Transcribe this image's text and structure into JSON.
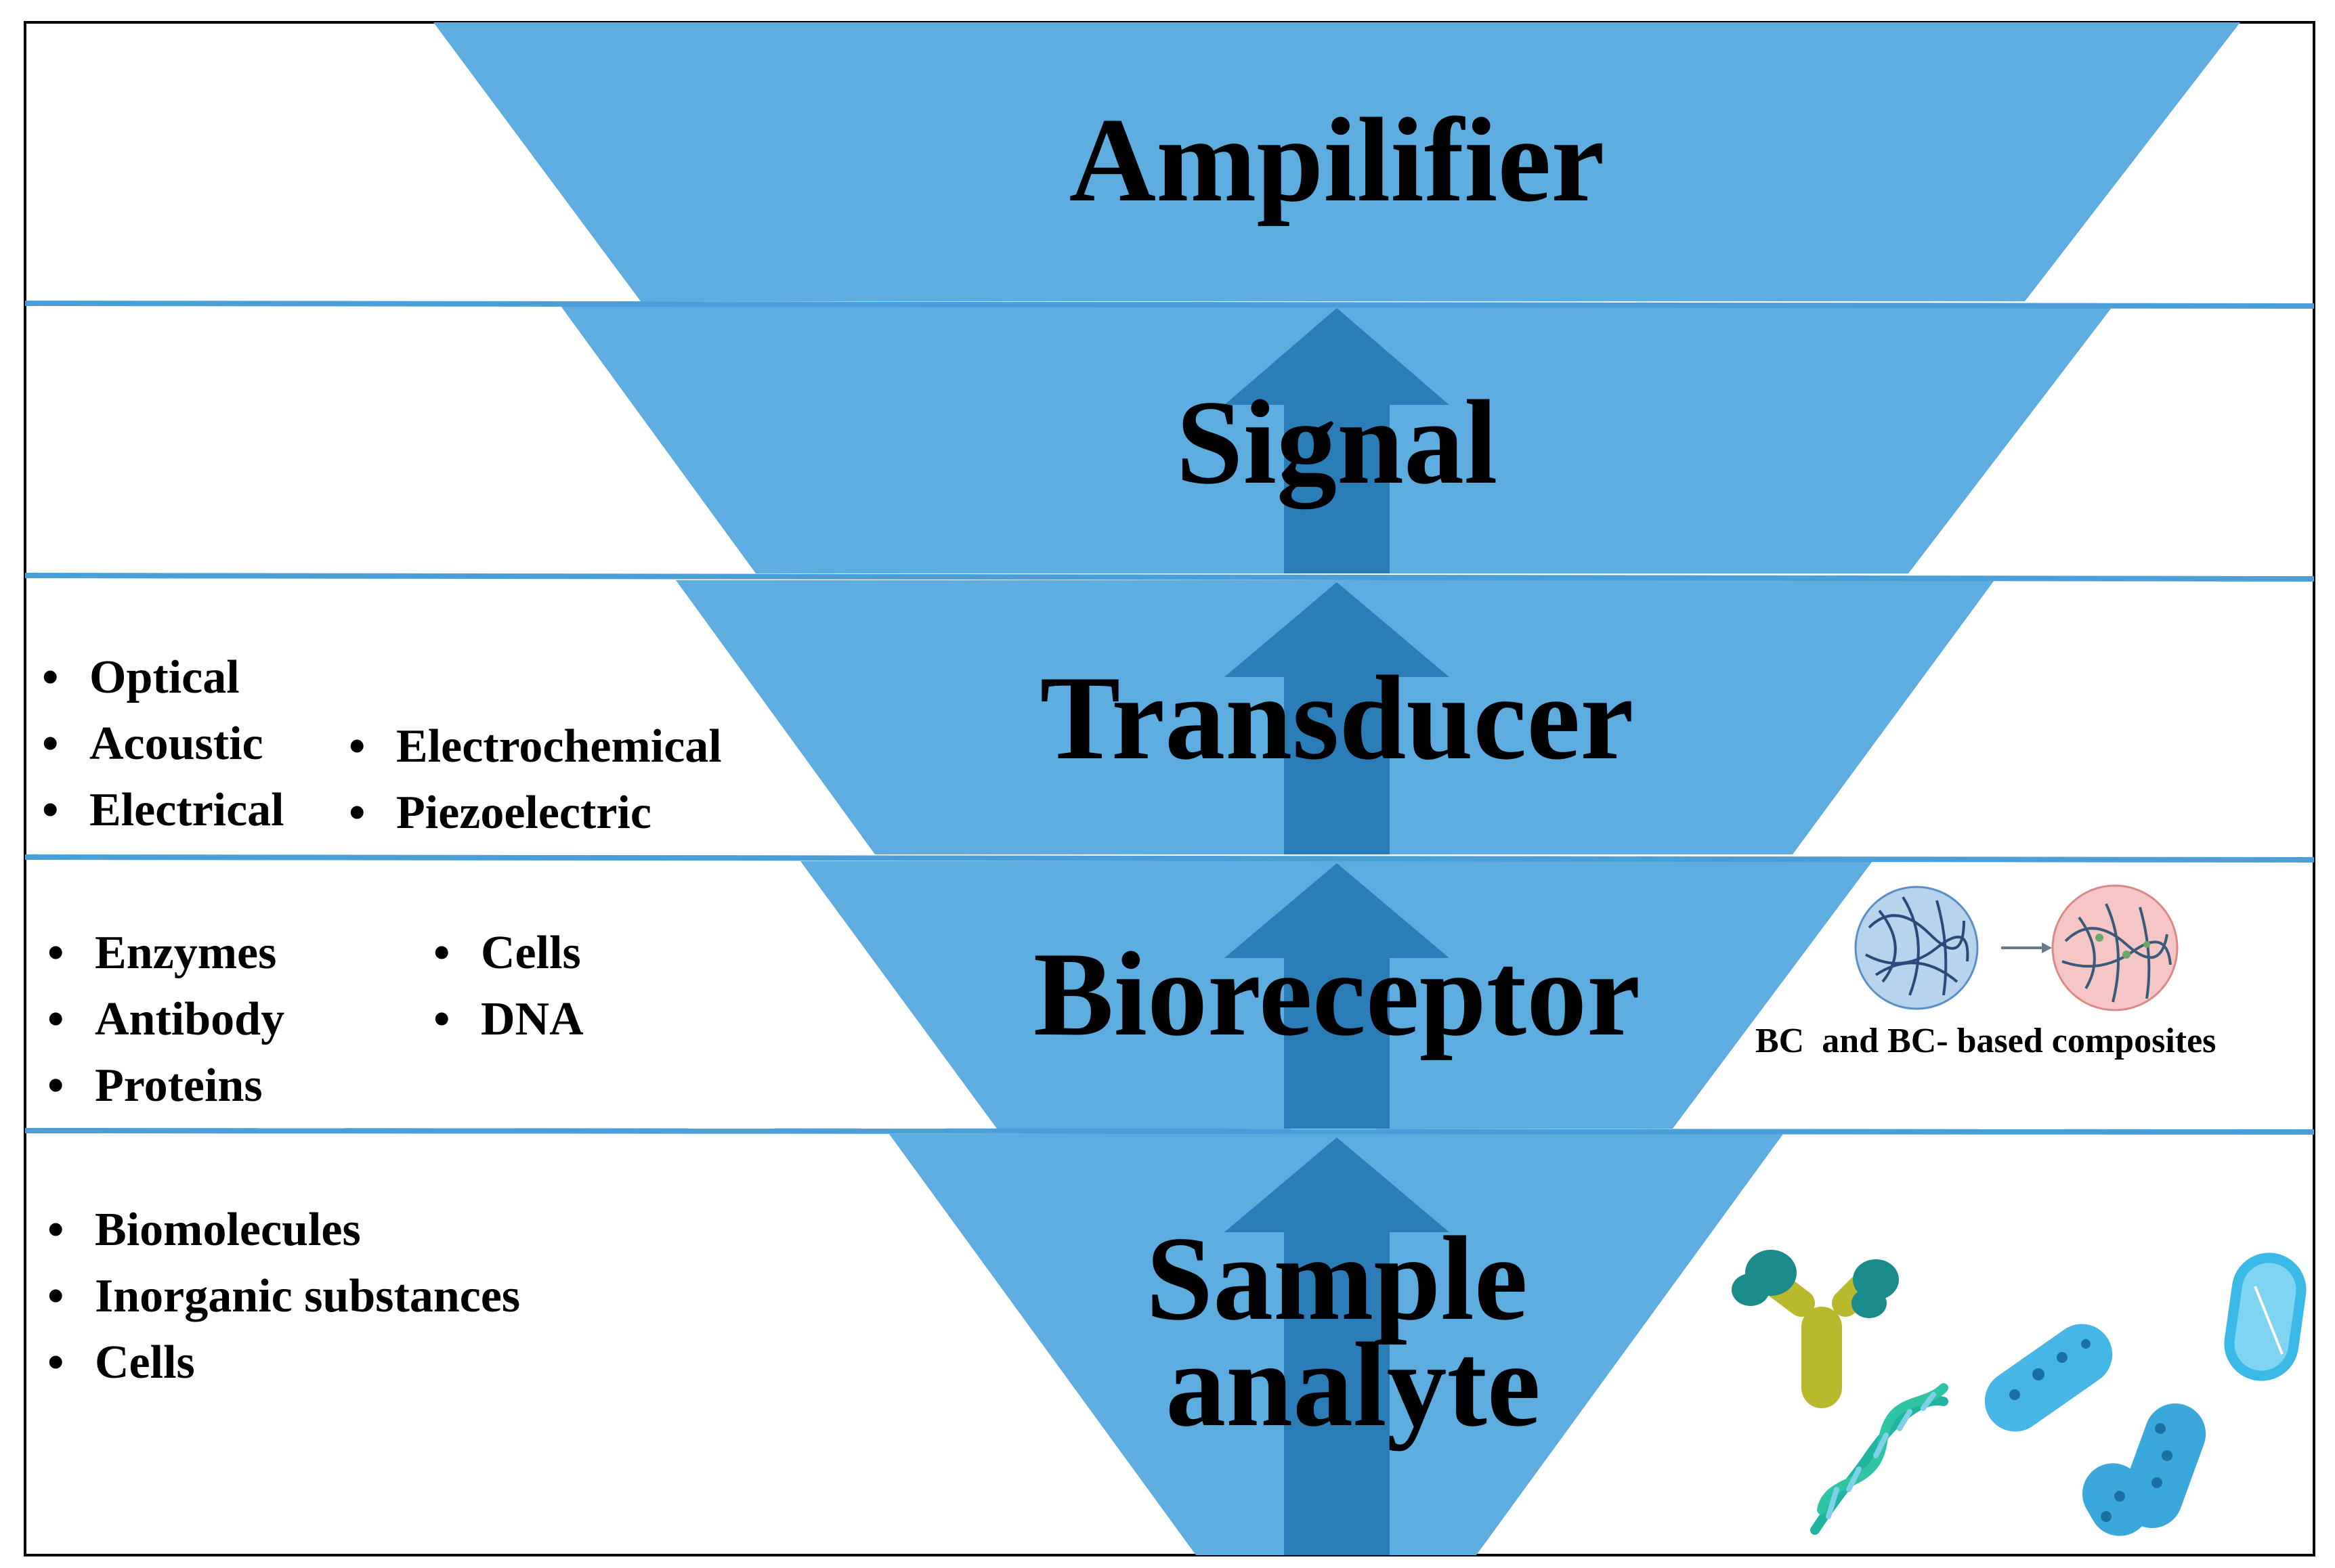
{
  "levels": {
    "amplifier": "Ampilifier",
    "signal": "Signal",
    "transducer": "Transducer",
    "bioreceptor": "Bioreceptor",
    "sample_line1": "Sample",
    "sample_line2": "analyte"
  },
  "transducer_types": {
    "col1": [
      "Optical",
      "Acoustic",
      "Electrical"
    ],
    "col2": [
      "Electrochemical",
      "Piezoelectric"
    ]
  },
  "bioreceptor_types": {
    "col1": [
      "Enzymes",
      "Antibody",
      "Proteins"
    ],
    "col2": [
      "Cells",
      "DNA"
    ]
  },
  "analyte_types": [
    "Biomolecules",
    "Inorganic substances",
    "Cells"
  ],
  "bc_caption": "BC  and BC- based composites",
  "bullet": "•",
  "colors": {
    "funnel_fill": "#5dade0",
    "arrow_fill": "#2b7db8",
    "divider": "#4a9fd8",
    "border": "#000000",
    "antibody": "#1a8a8a",
    "antibody_base": "#b9b92e",
    "dna": "#2ec4a5",
    "microbe": "#45b6e6",
    "microbe_dots": "#1a6fa3",
    "bc_sphere": "#7ab0e0",
    "composite_sphere": "#f0a0a0"
  },
  "icons": [
    "antibody-icon",
    "dna-icon",
    "bacterium-icon",
    "bc-sphere-icon",
    "bc-composite-sphere-icon",
    "right-arrow-icon"
  ]
}
